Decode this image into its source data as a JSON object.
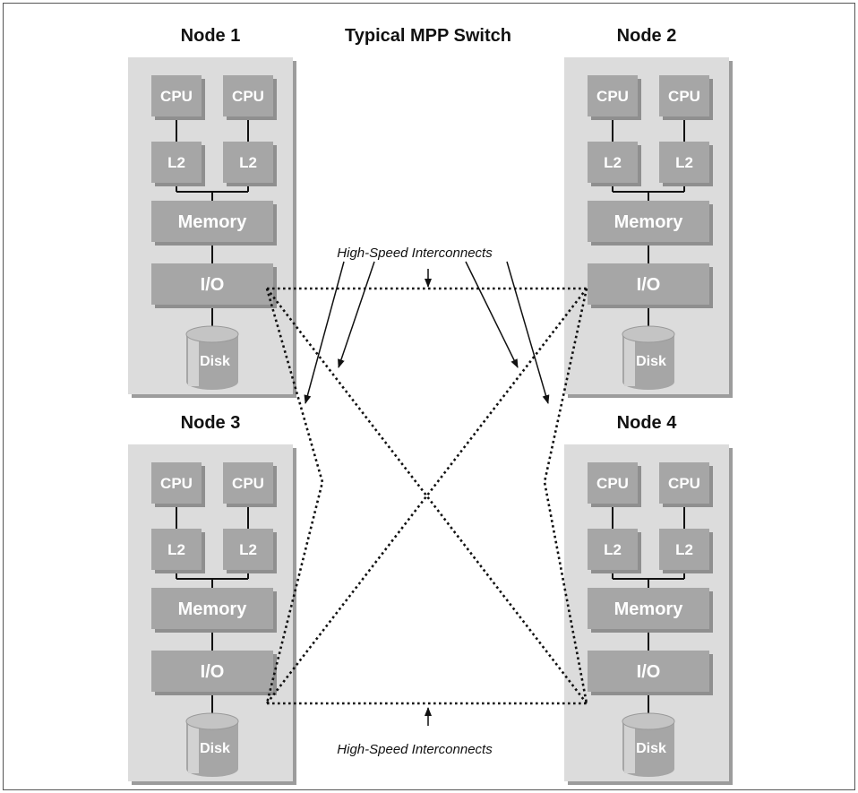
{
  "title": "Typical MPP Switch",
  "nodes": [
    {
      "name": "Node 1",
      "cpu_labels": [
        "CPU",
        "CPU"
      ],
      "cache_labels": [
        "L2",
        "L2"
      ],
      "memory": "Memory",
      "io": "I/O",
      "disk": "Disk"
    },
    {
      "name": "Node 2",
      "cpu_labels": [
        "CPU",
        "CPU"
      ],
      "cache_labels": [
        "L2",
        "L2"
      ],
      "memory": "Memory",
      "io": "I/O",
      "disk": "Disk"
    },
    {
      "name": "Node 3",
      "cpu_labels": [
        "CPU",
        "CPU"
      ],
      "cache_labels": [
        "L2",
        "L2"
      ],
      "memory": "Memory",
      "io": "I/O",
      "disk": "Disk"
    },
    {
      "name": "Node 4",
      "cpu_labels": [
        "CPU",
        "CPU"
      ],
      "cache_labels": [
        "L2",
        "L2"
      ],
      "memory": "Memory",
      "io": "I/O",
      "disk": "Disk"
    }
  ],
  "annotations": {
    "top": "High-Speed Interconnects",
    "bottom": "High-Speed Interconnects"
  }
}
